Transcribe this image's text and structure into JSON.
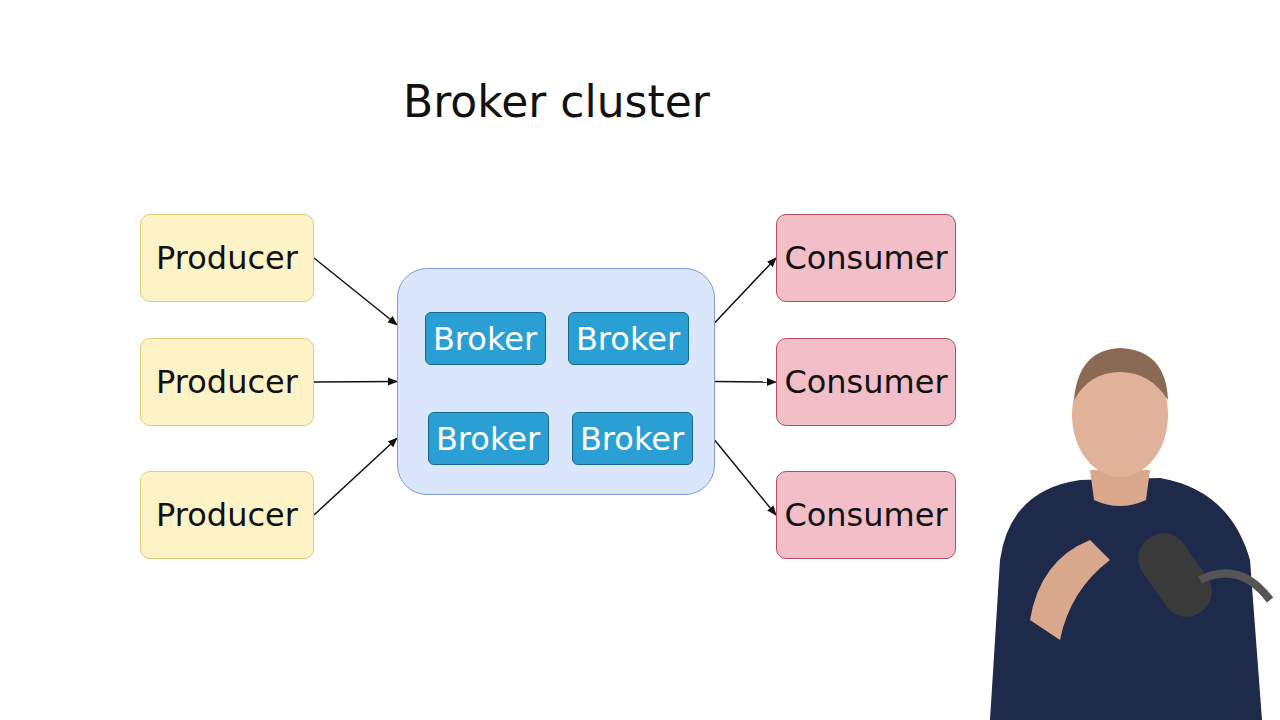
{
  "diagram": {
    "title": "Broker cluster",
    "nodes": [
      {
        "text": [
          "Producer"
        ]
      },
      {
        "text": [
          "Producer"
        ]
      },
      {
        "text": [
          "Producer"
        ]
      },
      {
        "text": []
      },
      {
        "text": [
          "Broker"
        ],
        "in": 3
      },
      {
        "text": [
          "Broker"
        ],
        "in": 3
      },
      {
        "text": [
          "Broker"
        ],
        "in": 3
      },
      {
        "text": [
          "Broker"
        ],
        "in": 3
      },
      {
        "text": [
          "Consumer"
        ]
      },
      {
        "text": [
          "Consumer"
        ]
      },
      {
        "text": [
          "Consumer"
        ]
      }
    ],
    "edges": [
      {
        "from": 0,
        "to": 3,
        "arrow": "to"
      },
      {
        "from": 1,
        "to": 3,
        "arrow": "to"
      },
      {
        "from": 2,
        "to": 3,
        "arrow": "to"
      },
      {
        "from": 3,
        "to": 8,
        "arrow": "to"
      },
      {
        "from": 3,
        "to": 9,
        "arrow": "to"
      },
      {
        "from": 3,
        "to": 10,
        "arrow": "to"
      }
    ]
  }
}
